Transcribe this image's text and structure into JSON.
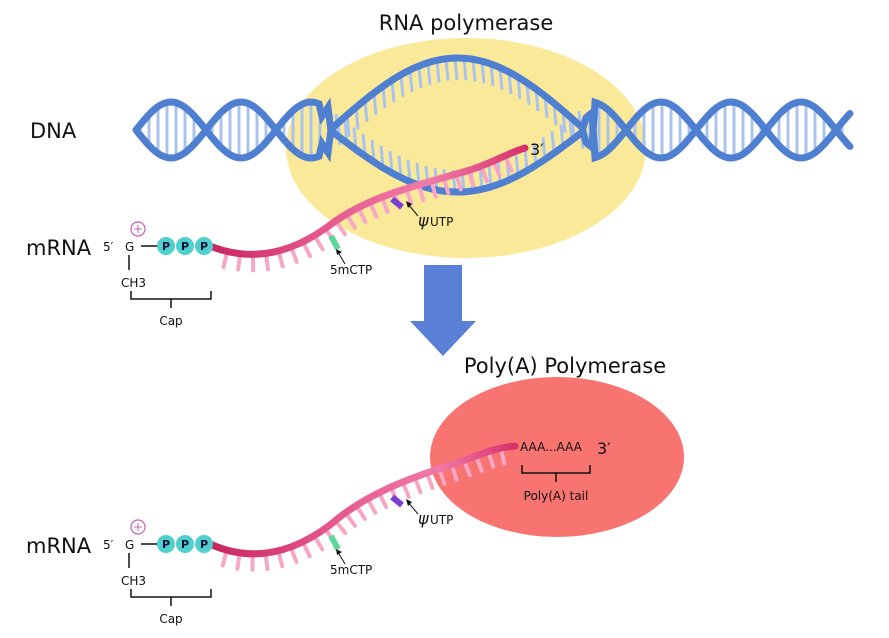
{
  "top": {
    "enzyme_label": "RNA polymerase",
    "dna_label": "DNA",
    "mrna_label": "mRNA",
    "five_prime": "5′",
    "three_prime": "3′",
    "cap": {
      "g_label": "G",
      "plus_symbol": "+",
      "phosphates": [
        "P",
        "P",
        "P"
      ],
      "methyl_label": "CH3",
      "cap_label": "Cap"
    },
    "psi_label": "ψ",
    "utp_label": "UTP",
    "ctp_label": "5mCTP"
  },
  "bottom": {
    "enzyme_label": "Poly(A) Polymerase",
    "mrna_label": "mRNA",
    "five_prime": "5′",
    "three_prime": "3′",
    "polya_sequence": "AAA...AAA",
    "polya_tail_label": "Poly(A) tail",
    "cap": {
      "g_label": "G",
      "plus_symbol": "+",
      "phosphates": [
        "P",
        "P",
        "P"
      ],
      "methyl_label": "CH3",
      "cap_label": "Cap"
    },
    "psi_label": "ψ",
    "utp_label": "UTP",
    "ctp_label": "5mCTP"
  },
  "colors": {
    "rna_polymerase": "#fbe99a",
    "polya_polymerase": "#f77471",
    "dna_strand": "#4f7fd0",
    "dna_rung": "#a9c3ec",
    "mrna_dark": "#c8265e",
    "mrna_light": "#f080ac",
    "phosphate": "#4fd0cf",
    "psi_utp": "#7a3fd0",
    "m5ctp": "#5fd59a",
    "arrow": "#5a7fd6",
    "cap_plus": "#c060c0"
  }
}
